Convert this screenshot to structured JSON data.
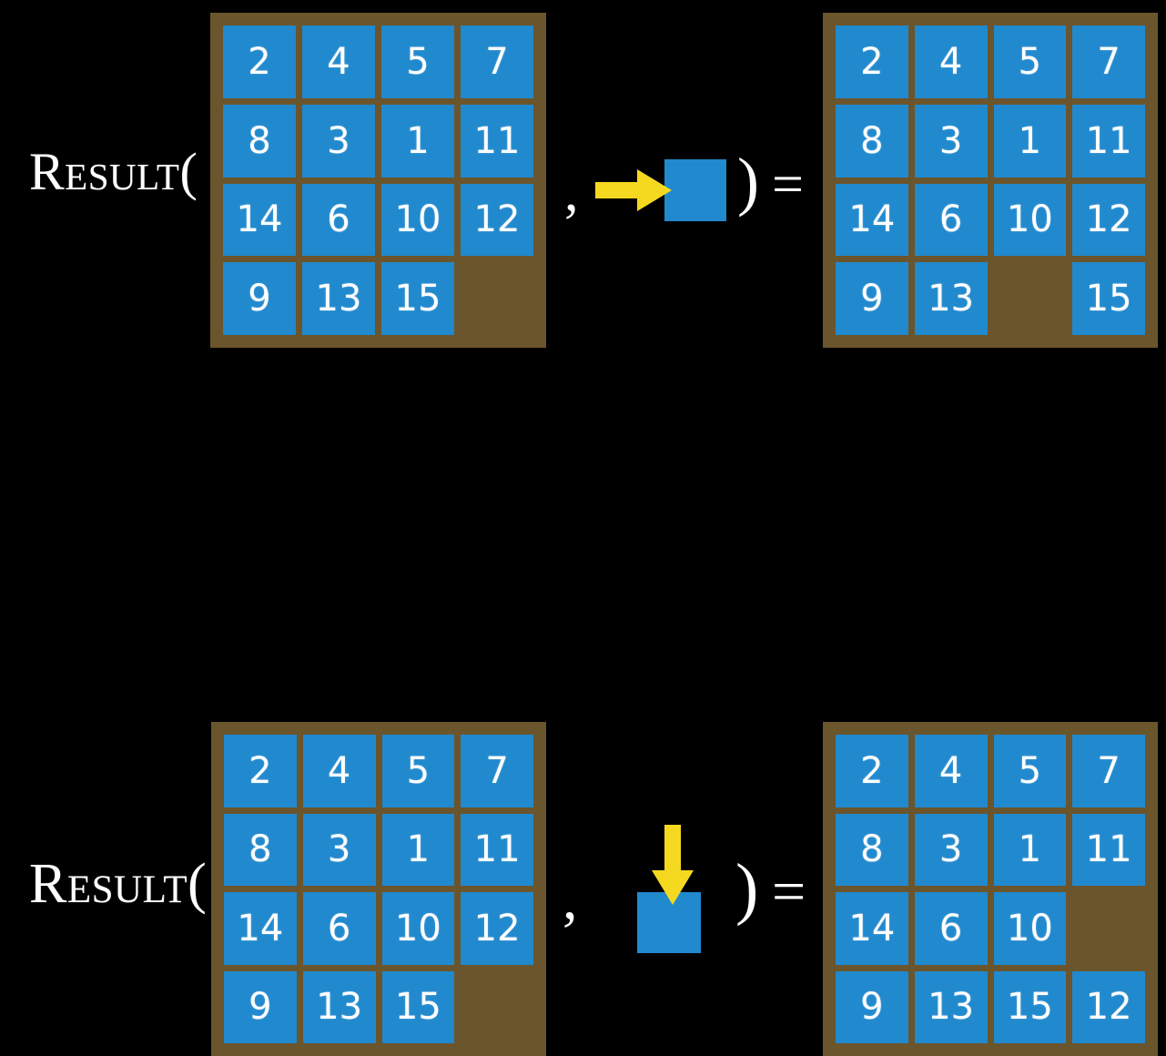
{
  "background_color": "#000000",
  "colors": {
    "board": "#6b552c",
    "tile": "#2189ce",
    "tile_text": "#ffffff",
    "arrow": "#f5d921",
    "text": "#ffffff"
  },
  "rows": [
    {
      "label": "Result(",
      "comma": ",",
      "close_paren": ")",
      "equals": "=",
      "move": {
        "icon": "arrow-right-icon",
        "direction": "right",
        "square_label": ""
      },
      "input_grid": [
        [
          "2",
          "4",
          "5",
          "7"
        ],
        [
          "8",
          "3",
          "1",
          "11"
        ],
        [
          "14",
          "6",
          "10",
          "12"
        ],
        [
          "9",
          "13",
          "15",
          ""
        ]
      ],
      "output_grid": [
        [
          "2",
          "4",
          "5",
          "7"
        ],
        [
          "8",
          "3",
          "1",
          "11"
        ],
        [
          "14",
          "6",
          "10",
          "12"
        ],
        [
          "9",
          "13",
          "",
          "15"
        ]
      ]
    },
    {
      "label": "Result(",
      "comma": ",",
      "close_paren": ")",
      "equals": "=",
      "move": {
        "icon": "arrow-down-icon",
        "direction": "down",
        "square_label": ""
      },
      "input_grid": [
        [
          "2",
          "4",
          "5",
          "7"
        ],
        [
          "8",
          "3",
          "1",
          "11"
        ],
        [
          "14",
          "6",
          "10",
          "12"
        ],
        [
          "9",
          "13",
          "15",
          ""
        ]
      ],
      "output_grid": [
        [
          "2",
          "4",
          "5",
          "7"
        ],
        [
          "8",
          "3",
          "1",
          "11"
        ],
        [
          "14",
          "6",
          "10",
          ""
        ],
        [
          "9",
          "13",
          "15",
          "12"
        ]
      ]
    }
  ]
}
